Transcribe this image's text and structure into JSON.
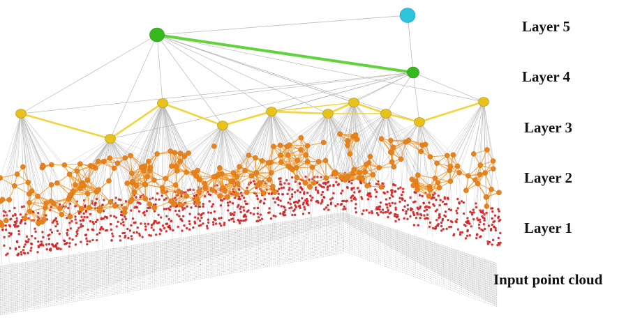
{
  "labels": {
    "layer5": "Layer 5",
    "layer4": "Layer 4",
    "layer3": "Layer 3",
    "layer2": "Layer 2",
    "layer1": "Layer 1",
    "input": "Input point cloud"
  },
  "colors": {
    "layer5_node": "#2ec4dc",
    "layer4_node": "#36b81e",
    "layer4_edge": "#5ed43a",
    "layer3_node": "#e6c21a",
    "layer3_edge": "#f2d43c",
    "layer2_node": "#e8821c",
    "layer2_edge": "#f09a30",
    "layer1_node": "#d42020",
    "input_points": "#8a8a8a",
    "links": "#b8b8b8"
  }
}
